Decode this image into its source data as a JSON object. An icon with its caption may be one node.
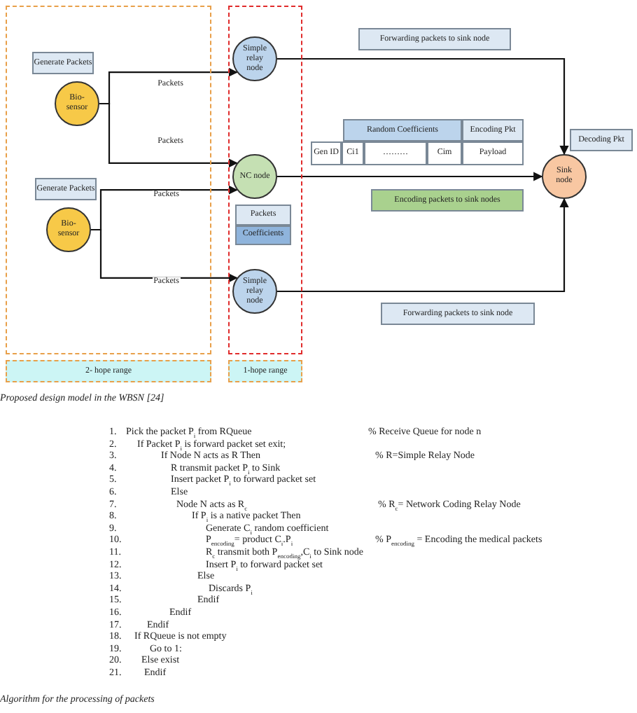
{
  "diagram": {
    "nodes": [
      {
        "text": [
          "2- hope range"
        ]
      },
      {
        "text": [
          "Generate Packets"
        ],
        "in": 0
      },
      {
        "text": [
          "Bio- sensor"
        ],
        "in": 0
      },
      {
        "text": [
          "Generate Packets"
        ],
        "in": 0
      },
      {
        "text": [
          "Bio- sensor"
        ],
        "in": 0
      },
      {
        "text": [
          "1-hope range"
        ]
      },
      {
        "text": [
          "Simple relay node"
        ],
        "in": 5
      },
      {
        "text": [
          "NC node"
        ],
        "in": 5
      },
      {
        "text": [
          "Packets",
          "Coefficients"
        ],
        "in": 5
      },
      {
        "text": [
          "Simple relay node"
        ],
        "in": 5
      },
      {
        "text": [
          "Forwarding packets to sink node"
        ]
      },
      {
        "text": [
          "Random Coefficients",
          "Encoding Pkt",
          "Gen ID",
          "Ci1",
          "………",
          "Cim",
          "Payload"
        ]
      },
      {
        "text": [
          "Encoding packets to sink nodes"
        ]
      },
      {
        "text": [
          "Sink node"
        ]
      },
      {
        "text": [
          "Decoding Pkt"
        ]
      },
      {
        "text": [
          "Forwarding packets to sink node"
        ]
      }
    ],
    "edges": [
      {
        "from": 2,
        "to": 6,
        "arrow": "to",
        "label": "Packets"
      },
      {
        "from": 2,
        "to": 7,
        "arrow": "to",
        "label": "Packets"
      },
      {
        "from": 4,
        "to": 7,
        "arrow": "to",
        "label": "Packets"
      },
      {
        "from": 4,
        "to": 9,
        "arrow": "to",
        "label": "Packets"
      },
      {
        "from": 6,
        "to": 13,
        "arrow": "to"
      },
      {
        "from": 7,
        "to": 13,
        "arrow": "to"
      },
      {
        "from": 9,
        "to": 13,
        "arrow": "to"
      }
    ],
    "labels": [
      "Proposed design model in the WBSN [24]",
      "1.",
      "Pick the packet P$_{i}$ from RQueue",
      "% Receive Queue for node n",
      "2.",
      "If Packet P$_{i}$ is forward packet set exit;",
      "3.",
      "If Node N acts as R Then",
      "% R=Simple Relay Node",
      "4.",
      "R transmit packet P$_{i}$ to Sink",
      "5.",
      "Insert packet P$_{i}$ to forward packet set",
      "6.",
      "Else",
      "7.",
      "Node N acts as R$_{c}$",
      "% R$_{c}$= Network Coding Relay Node",
      "8.",
      "If P$_{i}$ is a native packet Then",
      "9.",
      "Generate C$_{i}$ random coefficient",
      "10.",
      "P$_{encoding}$= product C$_{i}$.P$_{i}$",
      "% P$_{encoding}$ = Encoding the medical packets",
      "11.",
      "R$_{c}$ transmit both P$_{encoding}$,C$_{i}$ to Sink node",
      "12.",
      "Insert P$_{i}$ to forward packet set",
      "13.",
      "Else",
      "14.",
      "Discards P$_{i}$",
      "15.",
      "Endif",
      "16.",
      "Endif",
      "17.",
      "Endif",
      "18.",
      "If RQueue is not empty",
      "19.",
      "Go to 1:",
      "20.",
      "Else exist",
      "21.",
      "Endif",
      "Algorithm for the processing of packets"
    ]
  }
}
